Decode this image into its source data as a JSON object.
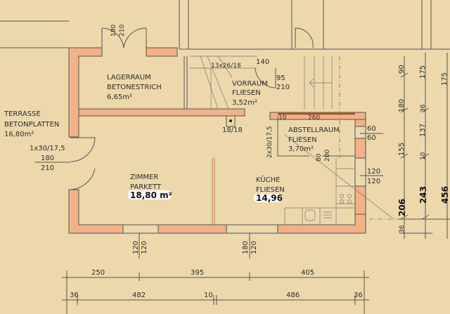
{
  "rooms": {
    "lagerraum": {
      "name": "LAGERRAUM",
      "floor": "BETONESTRICH",
      "area": "6,65m²"
    },
    "terrasse": {
      "name": "TERRASSE",
      "floor": "BETONPLATTEN",
      "area": "16,80m²"
    },
    "zimmer": {
      "name": "ZIMMER",
      "floor": "PARKETT",
      "area": "18,80 m²"
    },
    "vorraum": {
      "name": "VORRAUM",
      "floor": "FLIESEN",
      "area": "3,52m²"
    },
    "abstellraum": {
      "name": "ABSTELLRAUM",
      "floor": "FLIESEN",
      "area": "3,70m²"
    },
    "kueche": {
      "name": "KÜCHE",
      "floor": "FLIESEN",
      "area": "14,96"
    }
  },
  "annotations": {
    "top_door": [
      "180",
      "210"
    ],
    "stair_top": "13x26/18",
    "vorraum_width": "140",
    "vorraum_door": [
      "95",
      "210"
    ],
    "chimney": "18/18",
    "stair_side": "2x30/17,5",
    "terrace_stair": "1x30/17,5",
    "terrace_door": [
      "180",
      "210"
    ],
    "abstell_dims": [
      "10",
      "260"
    ],
    "abstell_door": [
      "80",
      "200"
    ],
    "window_right_1": [
      "60",
      "60"
    ],
    "window_right_2": [
      "120",
      "120"
    ],
    "window_bottom_1": [
      "120",
      "120"
    ],
    "window_bottom_2": [
      "180",
      "120"
    ]
  },
  "dimensions": {
    "bottom_row1": [
      "250",
      "395",
      "405"
    ],
    "bottom_row2": [
      "36",
      "482",
      "10",
      "486",
      "36"
    ],
    "right_col1": [
      "90",
      "180",
      "155",
      "206",
      "36"
    ],
    "right_col2": [
      "175",
      "36",
      "137",
      "10",
      "243"
    ],
    "right_col3": [
      "175",
      "456"
    ]
  },
  "colors": {
    "paper": "#ecd8ab",
    "wall": "#f2b186",
    "line": "#555555"
  }
}
